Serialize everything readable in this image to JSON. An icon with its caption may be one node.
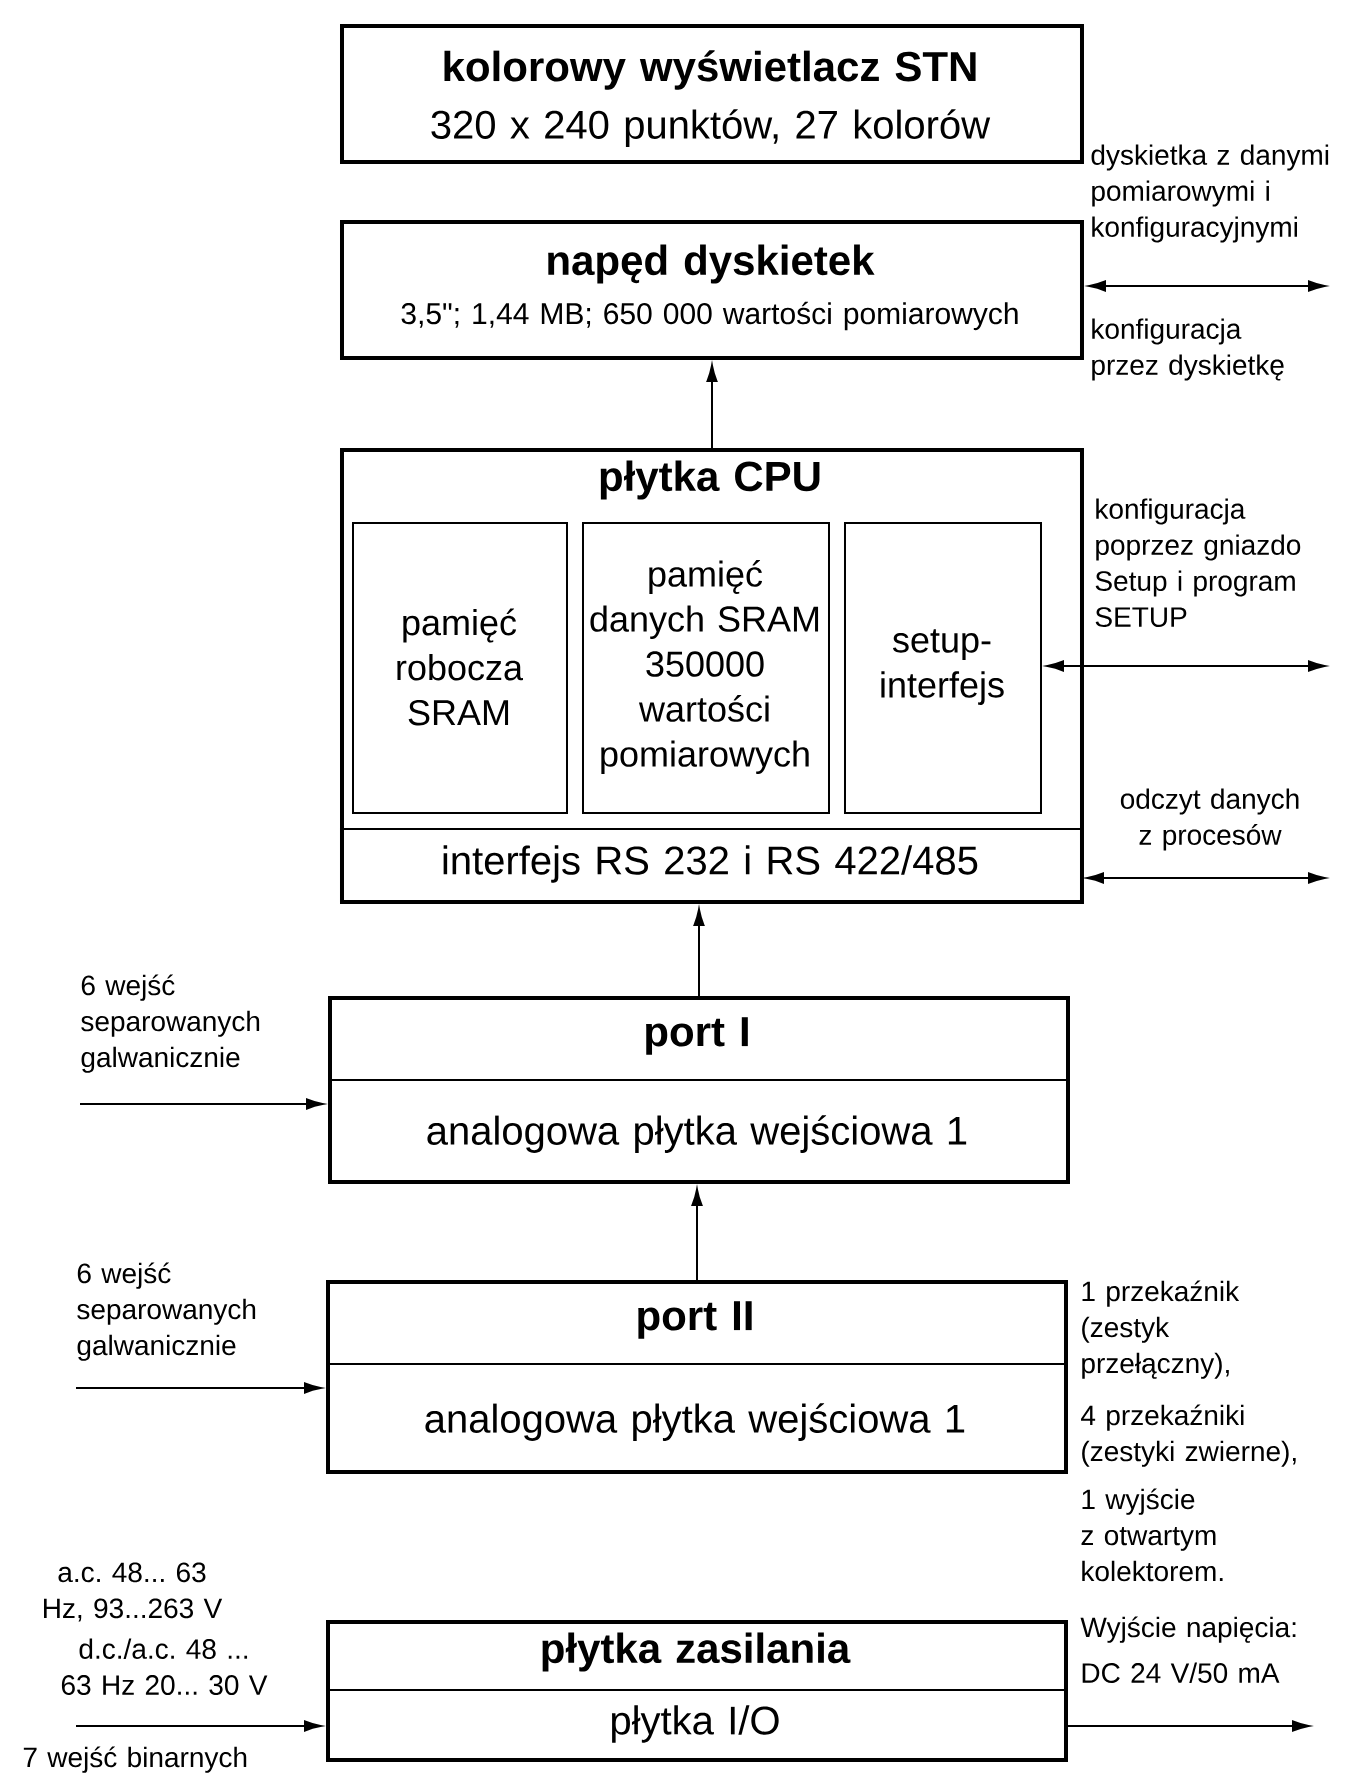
{
  "diagram": {
    "nodes": [
      {
        "text": [
          "kolorowy wyświetlacz STN",
          "320 x 240 punktów, 27 kolorów"
        ]
      },
      {
        "text": [
          "napęd dyskietek",
          "3,5\"; 1,44 MB; 650 000 wartości pomiarowych"
        ]
      },
      {
        "text": [
          "płytka CPU"
        ]
      },
      {
        "text": [
          "pamięć robocza SRAM"
        ],
        "in": 2
      },
      {
        "text": [
          "pamięć danych SRAM 350000 wartości pomiarowych"
        ],
        "in": 2
      },
      {
        "text": [
          "setup-interfejs"
        ],
        "in": 2
      },
      {
        "text": [
          "interfejs RS 232 i RS 422/485"
        ],
        "in": 2
      },
      {
        "text": [
          "port I",
          "analogowa płytka wejściowa 1"
        ]
      },
      {
        "text": [
          "port II",
          "analogowa płytka wejściowa 1"
        ]
      },
      {
        "text": [
          "płytka zasilania",
          "płytka I/O"
        ]
      }
    ],
    "edges": [
      {
        "from": 2,
        "to": 1,
        "arrow": "to"
      },
      {
        "from": 7,
        "to": 2,
        "arrow": "to"
      },
      {
        "from": 8,
        "to": 7,
        "arrow": "to"
      },
      {
        "from": 1,
        "to": null,
        "arrow": "both",
        "label": "dyskietka z danymi pomiarowymi i konfiguracyjnymi"
      },
      {
        "from": 5,
        "to": null,
        "arrow": "both",
        "label": "konfiguracja poprzez gniazdo Setup i program SETUP"
      },
      {
        "from": 6,
        "to": null,
        "arrow": "both",
        "label": "odczyt danych z procesów"
      },
      {
        "from": null,
        "to": 7,
        "arrow": "to",
        "label": "6 wejść separowanych galwanicznie"
      },
      {
        "from": null,
        "to": 8,
        "arrow": "to",
        "label": "6 wejść separowanych galwanicznie"
      },
      {
        "from": null,
        "to": 9,
        "arrow": "to"
      },
      {
        "from": 9,
        "to": null,
        "arrow": "to"
      }
    ],
    "labels": [
      "konfiguracja przez dyskietkę",
      "1 przekaźnik (zestyk przełączny),",
      "4 przekaźniki (zestyki zwierne),",
      "1 wyjście z otwartym kolektorem.",
      "Wyjście napięcia:",
      "DC 24 V/50 mA",
      "a.c. 48... 63 Hz, 93...263 V",
      "d.c./a.c. 48 ... 63 Hz 20... 30 V",
      "7 wejść binarnych"
    ]
  }
}
